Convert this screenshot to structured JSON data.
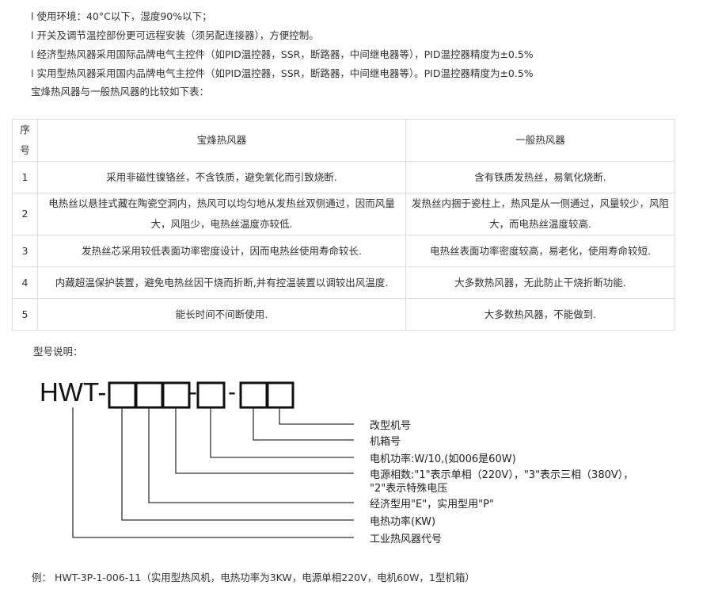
{
  "intro": [
    "l 使用环境：40°C以下，湿度90%以下；",
    "l 开关及调节温控部份更可远程安装（须另配连接器），方便控制。",
    "l 经济型热风器采用国际品牌电气主控件（如PID温控器，SSR，断路器，中间继电器等），PID温控器精度为±0.5%",
    "l 实用型热风器采用国内品牌电气主控件（如PID温控器，SSR，断路器，中间继电器等）。PID温控器精度为±0.5%",
    "宝烽热风器与一般热风器的比较如下表："
  ],
  "table": {
    "headers": [
      "序 号",
      "宝烽热风器",
      "一般热风器"
    ],
    "rows": [
      [
        "1",
        "采用非磁性镍铬丝，不含铁质，避免氧化而引致烧断.",
        "含有铁质发热丝，易氧化烧断."
      ],
      [
        "2",
        "电热丝以悬挂式藏在陶瓷空洞内，热风可以均匀地从发热丝双侧通过，因而风量大，风阻少，电热丝温度亦较低.",
        "发热丝内捆于瓷柱上，热风是从一侧通过，风量较少，风阻大，而电热丝温度较高."
      ],
      [
        "3",
        "发热丝芯采用较低表面功率密度设计，因而电热丝使用寿命较长.",
        "电热丝表面功率密度较高，易老化，使用寿命较短."
      ],
      [
        "4",
        "内藏超温保护装置，避免电热丝因干烧而折断,并有控温装置以调较出风温度.",
        "大多数热风器，无此防止干烧折断功能."
      ],
      [
        "5",
        "能长时间不间断使用.",
        "大多数热风器，不能做到."
      ]
    ]
  },
  "model": {
    "title": "型号说明：",
    "prefix": "HWT-",
    "dash": "-",
    "labels": [
      "改型机号",
      "机箱号",
      "电机功率:W/10,(如006是60W)",
      "电源相数:\"1\"表示单相（220V），\"3\"表示三相（380V），",
      "\"2\"表示特殊电压",
      "经济型用\"E\"，实用型用\"P\"",
      "电热功率(KW)",
      "工业热风器代号"
    ],
    "example": "例：  HWT-3P-1-006-11（实用型热风机，电热功率为3KW，电源单相220V，电机60W，1型机箱）"
  }
}
